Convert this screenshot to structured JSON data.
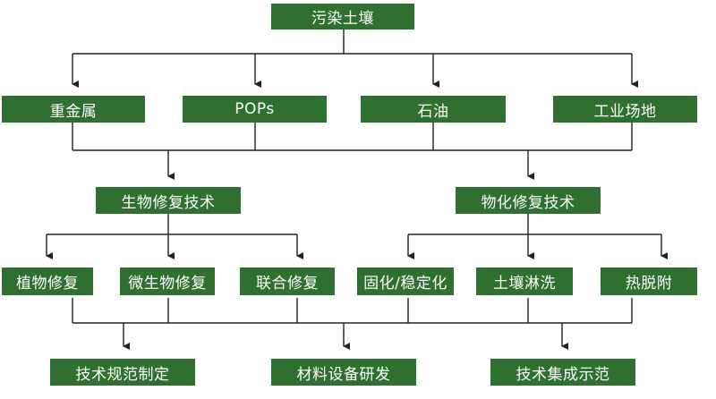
{
  "root": "污染土壤",
  "pollutants": [
    "重金属",
    "POPs",
    "石油",
    "工业场地"
  ],
  "technologies": {
    "bio": {
      "label": "生物修复技术",
      "methods": [
        "植物修复",
        "微生物修复",
        "联合修复"
      ]
    },
    "physchem": {
      "label": "物化修复技术",
      "methods": [
        "固化/稳定化",
        "土壤淋洗",
        "热脱附"
      ]
    }
  },
  "outcomes": [
    "技术规范制定",
    "材料设备研发",
    "技术集成示范"
  ],
  "colors": {
    "box": "#2f6f2f",
    "text": "#ffffff",
    "line": "#222222"
  }
}
